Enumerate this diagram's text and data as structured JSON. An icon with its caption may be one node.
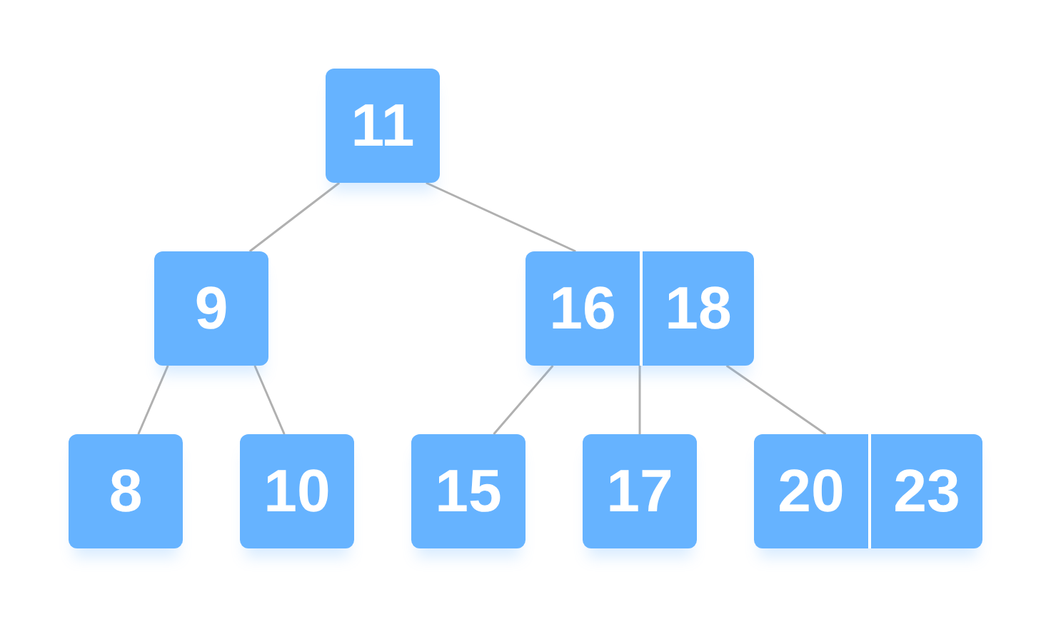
{
  "diagram": {
    "nodes": [
      {
        "text": [
          "11"
        ]
      },
      {
        "text": [
          "9"
        ]
      },
      {
        "text": [
          "16",
          "18"
        ]
      },
      {
        "text": [
          "8"
        ]
      },
      {
        "text": [
          "10"
        ]
      },
      {
        "text": [
          "15"
        ]
      },
      {
        "text": [
          "17"
        ]
      },
      {
        "text": [
          "20",
          "23"
        ]
      }
    ],
    "edges": [
      {
        "from": 0,
        "to": 1,
        "arrow": "none"
      },
      {
        "from": 0,
        "to": 2,
        "arrow": "none"
      },
      {
        "from": 1,
        "to": 3,
        "arrow": "none"
      },
      {
        "from": 1,
        "to": 4,
        "arrow": "none"
      },
      {
        "from": 2,
        "to": 5,
        "arrow": "none"
      },
      {
        "from": 2,
        "to": 6,
        "arrow": "none"
      },
      {
        "from": 2,
        "to": 7,
        "arrow": "none"
      }
    ]
  }
}
